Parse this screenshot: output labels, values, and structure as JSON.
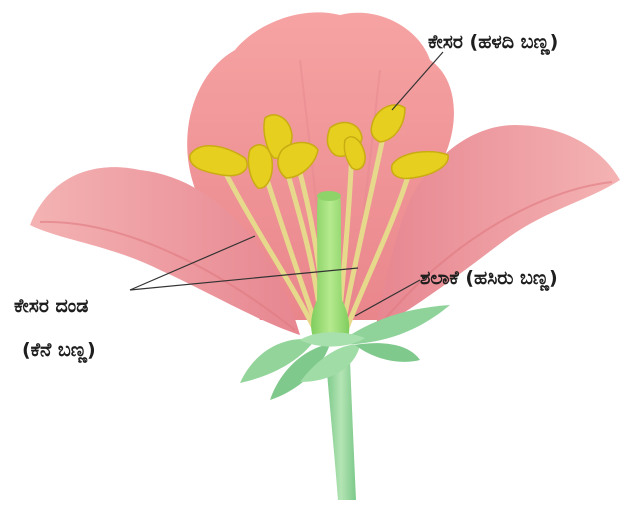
{
  "diagram": {
    "labels": {
      "stamen_top": "ಕೇಸರ (ಹಳದಿ ಬಣ್ಣ)",
      "pistil": "ಶಲಾಕೆ (ಹಸಿರು ಬಣ್ಣ)",
      "filament_line1": "ಕೇಸರ ದಂಡ",
      "filament_line2": "(ಕೆನೆ ಬಣ್ಣ)"
    },
    "colors": {
      "petal": "#f39a9a",
      "petal_dark": "#e07a80",
      "anther": "#e8d21e",
      "filament": "#ecdf9a",
      "pistil": "#9bdc72",
      "sepal": "#8fd59a",
      "stem": "#9ed8a0",
      "leader_line": "#333333"
    }
  }
}
